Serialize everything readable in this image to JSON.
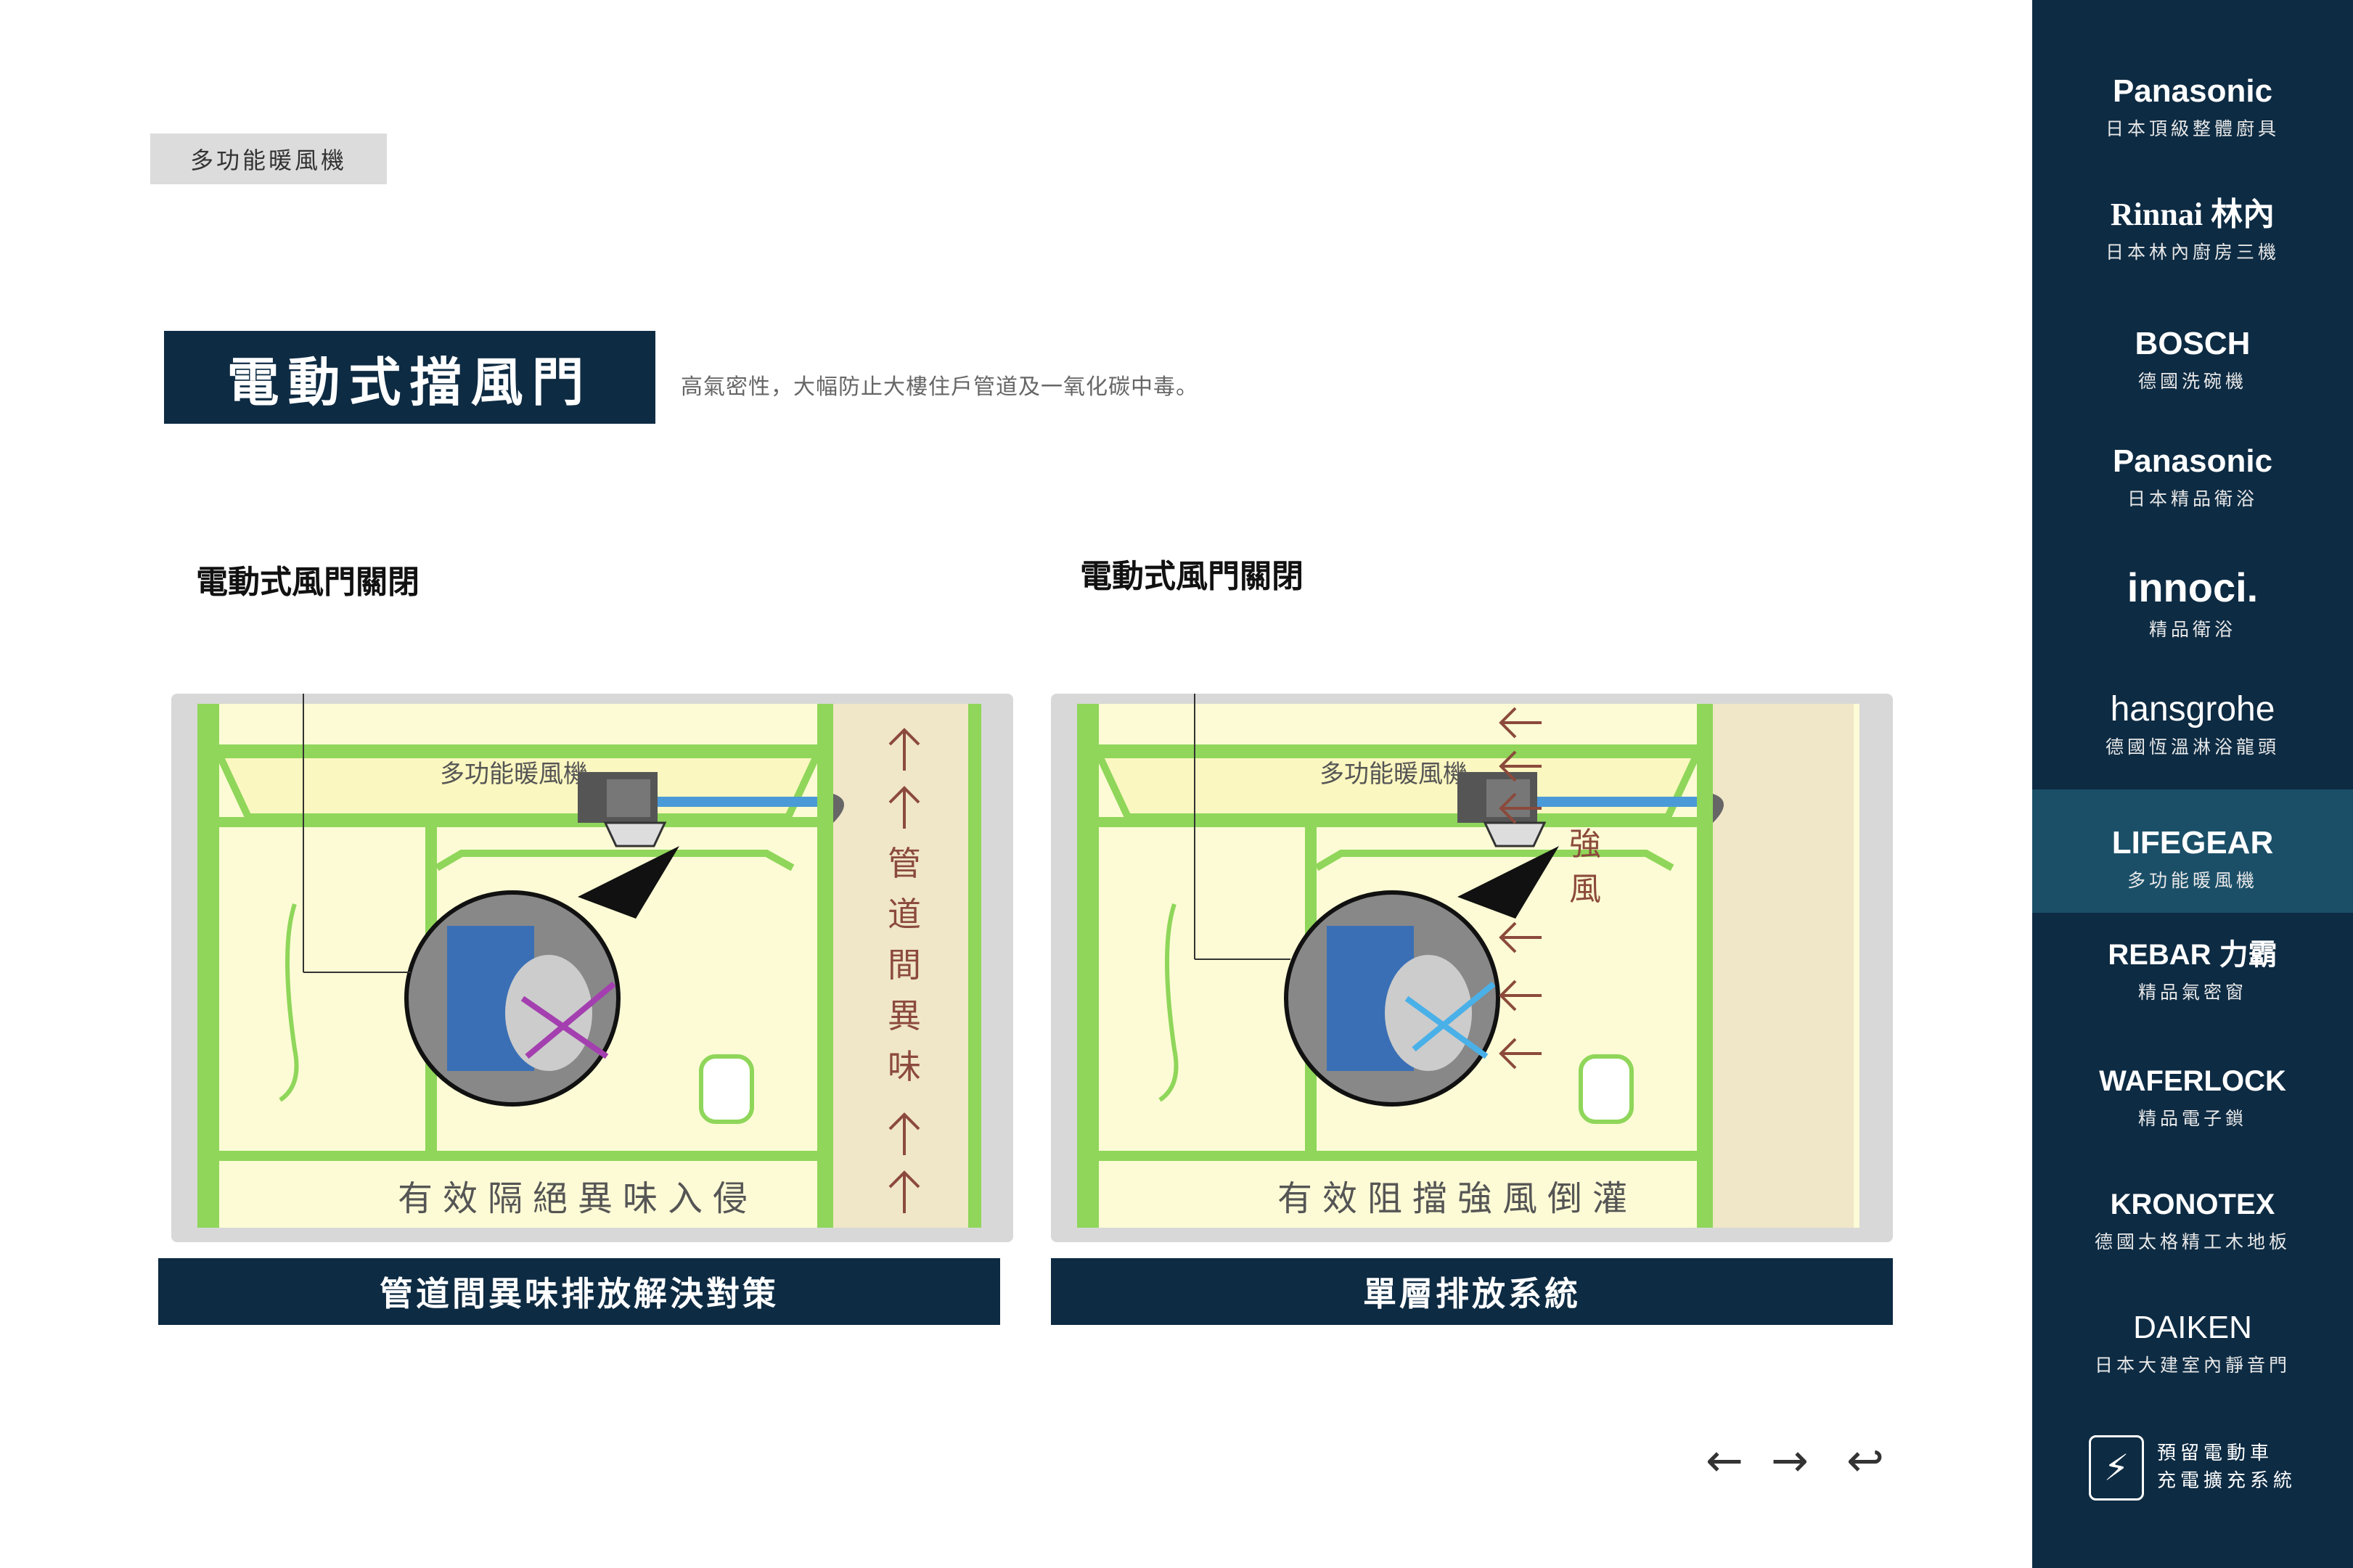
{
  "breadcrumb": "多功能暖風機",
  "header": {
    "title": "電動式擋風門",
    "subtitle": "高氣密性，大幅防止大樓住戶管道及一氧化碳中毒。"
  },
  "diagram_left": {
    "callout_label": "電動式風門關閉",
    "unit_label": "多功能暖風機",
    "shaft_text": [
      "管",
      "道",
      "間",
      "異",
      "味"
    ],
    "bottom_text": "有效隔絕異味入侵",
    "caption": "管道間異味排放解決對策"
  },
  "diagram_right": {
    "callout_label": "電動式風門關閉",
    "unit_label": "多功能暖風機",
    "wind_text": [
      "強",
      "風"
    ],
    "bottom_text": "有效阻擋強風倒灌",
    "caption": "單層排放系統"
  },
  "colors": {
    "navy": "#0d2b43",
    "active_tab": "#1b4f68",
    "wall_green": "#8fd65a",
    "room_fill": "#fdfbd5",
    "shaft_fill": "#f0e6c8",
    "arrow_brown": "#8b4a3c"
  },
  "nav": {
    "prev_icon": "arrow-left-icon",
    "next_icon": "arrow-right-icon",
    "back_icon": "return-icon",
    "prev": "←",
    "next": "→",
    "back": "↩"
  },
  "sidebar": {
    "items": [
      {
        "logo": "Panasonic",
        "label": "日本頂級整體廚具"
      },
      {
        "logo": "Rinnai 林內",
        "label": "日本林內廚房三機"
      },
      {
        "logo": "BOSCH",
        "label": "德國洗碗機"
      },
      {
        "logo": "Panasonic",
        "label": "日本精品衛浴"
      },
      {
        "logo": "innoci.",
        "label": "精品衛浴"
      },
      {
        "logo": "hansgrohe",
        "label": "德國恆溫淋浴龍頭"
      },
      {
        "logo": "LIFEGEAR",
        "label": "多功能暖風機",
        "active": true
      },
      {
        "logo": "REBAR 力霸",
        "label": "精品氣密窗"
      },
      {
        "logo": "WAFERLOCK",
        "label": "精品電子鎖"
      },
      {
        "logo": "KRONOTEX",
        "label": "德國太格精工木地板"
      },
      {
        "logo": "DAIKEN",
        "label": "日本大建室內靜音門"
      }
    ],
    "ev": {
      "icon": "lightning-icon",
      "line1": "預留電動車",
      "line2": "充電擴充系統"
    }
  }
}
